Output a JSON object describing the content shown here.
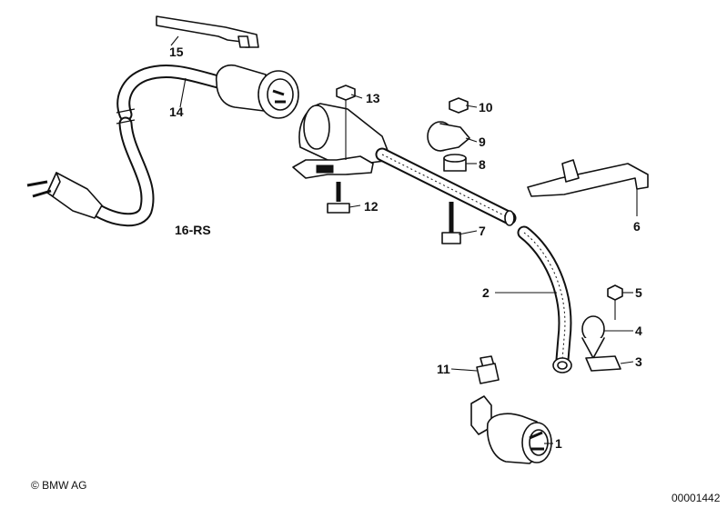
{
  "diagram": {
    "callouts": [
      {
        "id": "c1",
        "text": "1"
      },
      {
        "id": "c2",
        "text": "2"
      },
      {
        "id": "c3",
        "text": "3"
      },
      {
        "id": "c4",
        "text": "4"
      },
      {
        "id": "c5",
        "text": "5"
      },
      {
        "id": "c6",
        "text": "6"
      },
      {
        "id": "c7",
        "text": "7"
      },
      {
        "id": "c8",
        "text": "8"
      },
      {
        "id": "c9",
        "text": "9"
      },
      {
        "id": "c10",
        "text": "10"
      },
      {
        "id": "c11",
        "text": "11"
      },
      {
        "id": "c12",
        "text": "12"
      },
      {
        "id": "c13",
        "text": "13"
      },
      {
        "id": "c14",
        "text": "14"
      },
      {
        "id": "c15",
        "text": "15"
      },
      {
        "id": "c16",
        "text": "16-RS"
      }
    ],
    "copyright": "© BMW AG",
    "figure_number": "00001442"
  }
}
